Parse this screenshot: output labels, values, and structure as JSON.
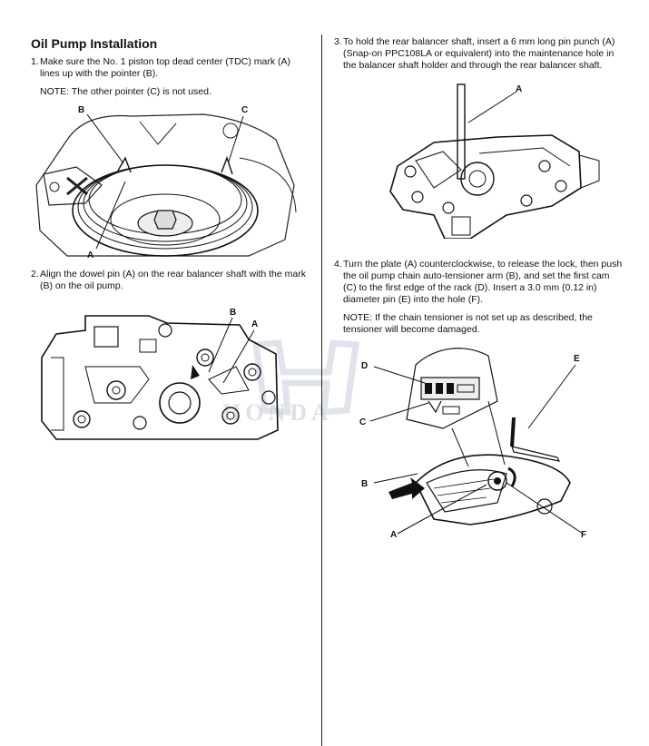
{
  "left": {
    "title": "Oil Pump Installation",
    "step1": {
      "num": "1.",
      "text": "Make sure the No. 1 piston top dead center (TDC) mark (A) lines up with the pointer (B).",
      "note": "NOTE: The other pointer (C) is not used.",
      "labels": {
        "b": "B",
        "c": "C",
        "a": "A"
      }
    },
    "step2": {
      "num": "2.",
      "text": "Align the dowel pin (A) on the rear balancer shaft with the mark (B) on the oil pump.",
      "labels": {
        "b": "B",
        "a": "A"
      }
    }
  },
  "right": {
    "step3": {
      "num": "3.",
      "text": "To hold the rear balancer shaft, insert a 6 mm long pin punch (A) (Snap-on PPC108LA or equivalent) into the maintenance hole in the balancer shaft holder and through the rear balancer shaft.",
      "labels": {
        "a": "A"
      }
    },
    "step4": {
      "num": "4.",
      "text": "Turn the plate (A) counterclockwise, to release the lock, then push the oil pump chain auto-tensioner arm (B), and set the first cam (C) to the first edge of the rack (D). Insert a 3.0 mm (0.12 in) diameter pin (E) into the hole (F).",
      "note": "NOTE: If the chain tensioner is not set up as described, the tensioner will become damaged.",
      "labels": {
        "d": "D",
        "e": "E",
        "c": "C",
        "b": "B",
        "a": "A",
        "f": "F"
      }
    }
  },
  "watermark": {
    "text": "HONDA"
  }
}
